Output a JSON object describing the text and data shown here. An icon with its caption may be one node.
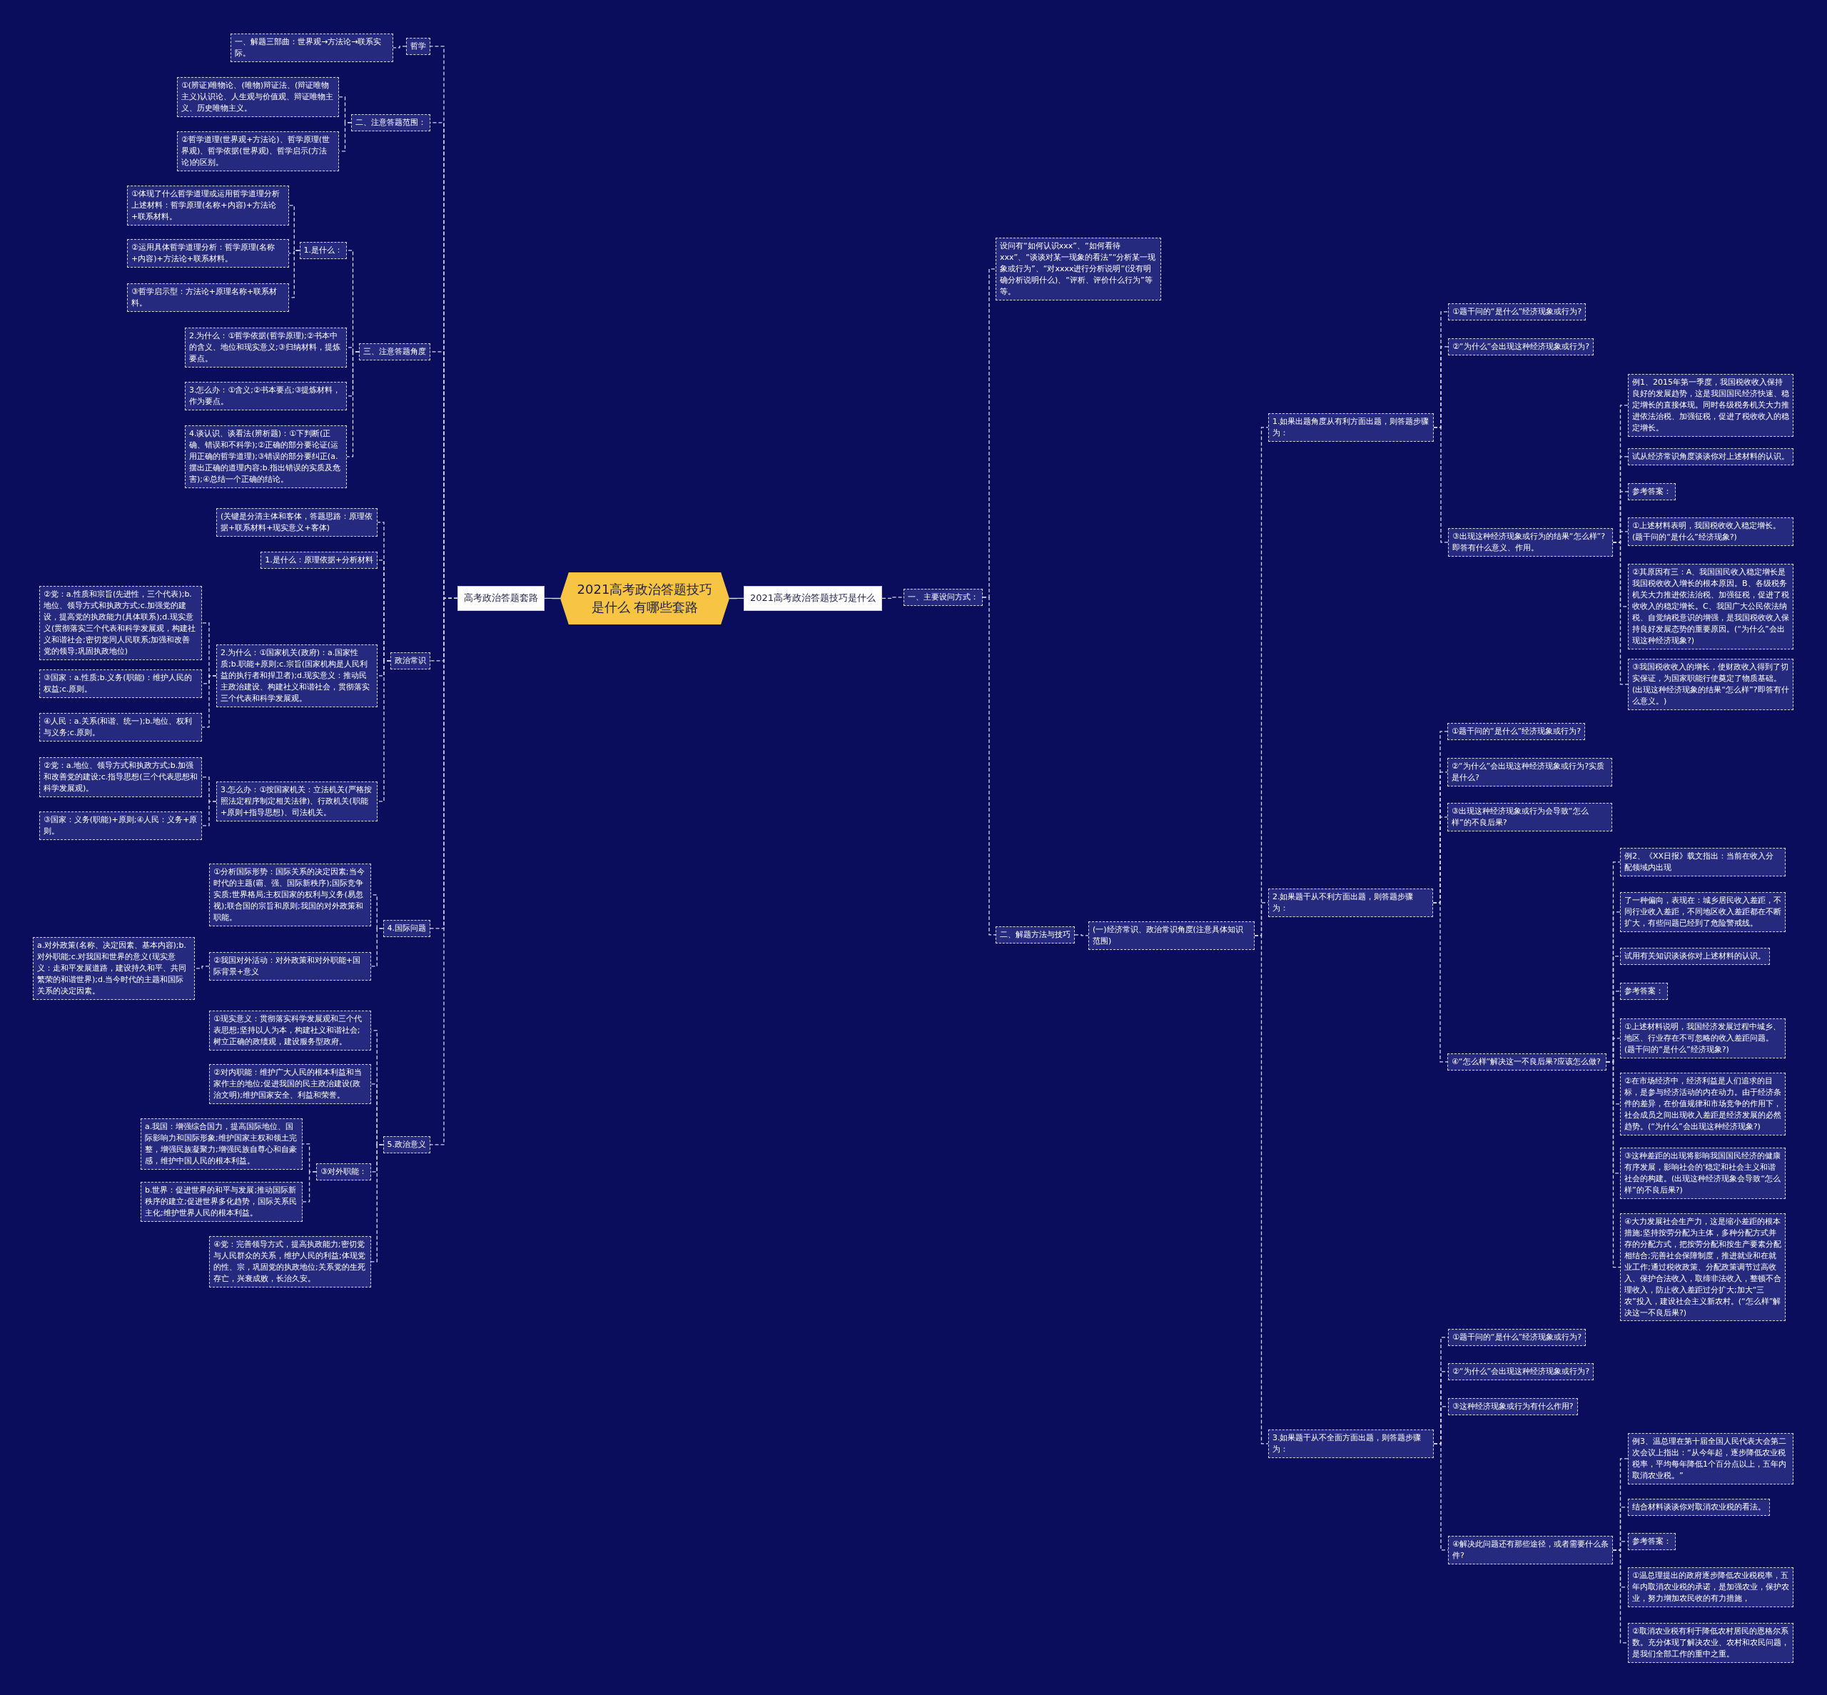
{
  "diagram": {
    "nodes": [
      {
        "text": [
          "2021高考政治答题技巧是什么 有哪些套路"
        ]
      },
      {
        "text": [
          "高考政治答题套路"
        ]
      },
      {
        "text": [
          "2021高考政治答题技巧是什么"
        ]
      },
      {
        "text": [
          "哲学"
        ]
      },
      {
        "text": [
          "一、解题三部曲：世界观→方法论→联系实际。"
        ]
      },
      {
        "text": [
          "二、注意答题范围："
        ]
      },
      {
        "text": [
          "①(辨证)唯物论、(唯物)辩证法、(辩证唯物主义)认识论、人生观与价值观、辩证唯物主义、历史唯物主义。"
        ]
      },
      {
        "text": [
          "②哲学道理(世界观+方法论)、哲学原理(世界观)、哲学依据(世界观)、哲学启示(方法论)的区别。"
        ]
      },
      {
        "text": [
          "三、注意答题角度"
        ]
      },
      {
        "text": [
          "1.是什么："
        ]
      },
      {
        "text": [
          "①体现了什么哲学道理或运用哲学道理分析上述材料：哲学原理(名称+内容)+方法论+联系材料。"
        ]
      },
      {
        "text": [
          "②运用具体哲学道理分析：哲学原理(名称+内容)+方法论+联系材料。"
        ]
      },
      {
        "text": [
          "③哲学启示型：方法论+原理名称+联系材料。"
        ]
      },
      {
        "text": [
          "2.为什么：①哲学依据(哲学原理);②书本中的含义、地位和现实意义;③归纳材料，提炼要点。"
        ]
      },
      {
        "text": [
          "3.怎么办：①含义;②书本要点;③提炼材料，作为要点。"
        ]
      },
      {
        "text": [
          "4.谈认识、谈看法(辨析题)：①下判断(正确、错误和不科学);②正确的部分要论证(运用正确的哲学道理);③错误的部分要纠正(a.摆出正确的道理内容;b.指出错误的实质及危害);④总结一个正确的结论。"
        ]
      },
      {
        "text": [
          "政治常识"
        ]
      },
      {
        "text": [
          "(关键是分清主体和客体，答题思路：原理依据+联系材料+现实意义+客体)"
        ]
      },
      {
        "text": [
          "1.是什么：原理依据+分析材料"
        ]
      },
      {
        "text": [
          "2.为什么：①国家机关(政府)：a.国家性质;b.职能+原则;c.宗旨(国家机构是人民利益的执行者和捍卫者);d.现实意义：推动民主政治建设、构建社义和谐社会，贯彻落实三个代表和科学发展观。"
        ]
      },
      {
        "text": [
          "②党：a.性质和宗旨(先进性，三个代表);b.地位、领导方式和执政方式;c.加强党的建设，提高党的执政能力(具体联系);d.现实意义(贯彻落实三个代表和科学发展观，构建社义和谐社会;密切党同人民联系;加强和改善党的领导;巩固执政地位)"
        ]
      },
      {
        "text": [
          "③国家：a.性质;b.义务(职能)：维护人民的权益;c.原则。"
        ]
      },
      {
        "text": [
          "④人民：a.关系(和谐、统一);b.地位、权利与义务;c.原则。"
        ]
      },
      {
        "text": [
          "3.怎么办：①按国家机关：立法机关(严格按照法定程序制定相关法律)、行政机关(职能+原则+指导思想)、司法机关。"
        ]
      },
      {
        "text": [
          "②党：a.地位、领导方式和执政方式;b.加强和改善党的建设;c.指导思想(三个代表思想和科学发展观)。"
        ]
      },
      {
        "text": [
          "③国家：义务(职能)+原则;④人民：义务+原则。"
        ]
      },
      {
        "text": [
          "4.国际问题"
        ]
      },
      {
        "text": [
          "①分析国际形势：国际关系的决定因素;当今时代的主题(霸、强、国际新秩序);国际竞争实质;世界格局;主权国家的权利与义务(易忽视);联合国的宗旨和原则;我国的对外政策和职能。"
        ]
      },
      {
        "text": [
          "②我国对外活动：对外政策和对外职能+国际背景+意义"
        ]
      },
      {
        "text": [
          "a.对外政策(名称、决定因素、基本内容);b.对外职能;c.对我国和世界的意义(现实意义：走和平发展道路，建设持久和平、共同繁荣的和谐世界);d.当今时代的主题和国际关系的决定因素。"
        ]
      },
      {
        "text": [
          "5.政治意义"
        ]
      },
      {
        "text": [
          "①现实意义：贯彻落实科学发展观和三个代表思想;坚持以人为本，构建社义和谐社会;树立正确的政绩观，建设服务型政府。"
        ]
      },
      {
        "text": [
          "②对内职能：维护广大人民的根本利益和当家作主的地位;促进我国的民主政治建设(政治文明);维护国家安全、利益和荣誉。"
        ]
      },
      {
        "text": [
          "③对外职能："
        ]
      },
      {
        "text": [
          "a.我国：增强综合国力，提高国际地位、国际影响力和国际形象;维护国家主权和领土完整，增强民族凝聚力;增强民族自尊心和自豪感，维护中国人民的根本利益。"
        ]
      },
      {
        "text": [
          "b.世界：促进世界的和平与发展;推动国际新秩序的建立;促进世界多化趋势，国际关系民主化;维护世界人民的根本利益。"
        ]
      },
      {
        "text": [
          "④党：完善领导方式，提高执政能力;密切党与人民群众的关系，维护人民的利益;体现党的性、宗，巩固党的执政地位;关系党的生死存亡，兴衰成败，长治久安。"
        ]
      },
      {
        "text": [
          "一、主要设问方式："
        ]
      },
      {
        "text": [
          "设问有“如何认识xxx”、“如何看待xxx”、“谈谈对某一现象的看法”“分析某一现象或行为”、“对xxxx进行分析说明”(没有明确分析说明什么)、“评析、评价什么行为”等等。"
        ]
      },
      {
        "text": [
          "二、解题方法与技巧"
        ]
      },
      {
        "text": [
          "(一)经济常识、政治常识角度(注意具体知识范围)"
        ]
      },
      {
        "text": [
          "1.如果出题角度从有利方面出题，则答题步骤为："
        ]
      },
      {
        "text": [
          "①题干问的“是什么”经济现象或行为?"
        ]
      },
      {
        "text": [
          "②“为什么”会出现这种经济现象或行为?"
        ]
      },
      {
        "text": [
          "③出现这种经济现象或行为的结果“怎么样”?即答有什么意义、作用。"
        ]
      },
      {
        "text": [
          "例1、2015年第一季度，我国税收收入保持良好的发展趋势，这是我国国民经济快速、稳定增长的直接体现。同时各级税务机关大力推进依法治税、加强征税，促进了税收收入的稳定增长。"
        ]
      },
      {
        "text": [
          "试从经济常识角度谈谈你对上述材料的认识。"
        ]
      },
      {
        "text": [
          "参考答案："
        ]
      },
      {
        "text": [
          "①上述材料表明，我国税收收入稳定增长。(题干问的“是什么”经济现象?)"
        ]
      },
      {
        "text": [
          "②其原因有三：A、我国国民收入稳定增长是我国税收收入增长的根本原因。B、各级税务机关大力推进依法治税、加强征税，促进了税收收入的稳定增长。C、我国广大公民依法纳税、自觉纳税意识的增强，是我国税收收入保持良好发展态势的重要原因。(“为什么”会出现这种经济现象?)"
        ]
      },
      {
        "text": [
          "③我国税收收入的增长，使财政收入得到了切实保证，为国家职能行使奠定了物质基础。(出现这种经济现象的结果“怎么样”?即答有什么意义。)"
        ]
      },
      {
        "text": [
          "2.如果题干从不利方面出题，则答题步骤为："
        ]
      },
      {
        "text": [
          "①题干问的“是什么”经济现象或行为?"
        ]
      },
      {
        "text": [
          "②“为什么”会出现这种经济现象或行为?实质是什么?"
        ]
      },
      {
        "text": [
          "③出现这种经济现象或行为会导致“怎么样”的不良后果?"
        ]
      },
      {
        "text": [
          "④“怎么样”解决这一不良后果?应该怎么做?"
        ]
      },
      {
        "text": [
          "例2、《XX日报》载文指出：当前在收入分配领域内出现"
        ]
      },
      {
        "text": [
          "了一种偏向，表现在：城乡居民收入差距，不同行业收入差距，不同地区收入差距都在不断扩大，有些问题已经到了危险警戒线。"
        ]
      },
      {
        "text": [
          "试用有关知识谈谈你对上述材料的认识。"
        ]
      },
      {
        "text": [
          "参考答案："
        ]
      },
      {
        "text": [
          "①上述材料说明，我国经济发展过程中城乡、地区、行业存在不可忽略的收入差距问题。(题干问的“是什么”经济现象?)"
        ]
      },
      {
        "text": [
          "②在市场经济中，经济利益是人们追求的目标，是参与经济活动的内在动力。由于经济条件的差异，在价值规律和市场竞争的作用下，社会成员之间出现收入差距是经济发展的必然趋势。(“为什么”会出现这种经济现象?)"
        ]
      },
      {
        "text": [
          "③这种差距的出现将影响我国国民经济的健康有序发展，影响社会的'稳定和社会主义和谐社会的构建。(出现这种经济现象会导致“怎么样”的不良后果?)"
        ]
      },
      {
        "text": [
          "④大力发展社会生产力，这是缩小差距的根本措施;坚持按劳分配为主体，多种分配方式并存的分配方式，把按劳分配和按生产要素分配相结合;完善社会保障制度，推进就业和在就业工作;通过税收政策、分配政策调节过高收入、保护合法收入，取缔非法收入，整顿不合理收入，防止收入差距过分扩大;加大“三农”投入，建设社会主义新农村。(“怎么样”解决这一不良后果?)"
        ]
      },
      {
        "text": [
          "3.如果题干从不全面方面出题，则答题步骤为："
        ]
      },
      {
        "text": [
          "①题干问的“是什么”经济现象或行为?"
        ]
      },
      {
        "text": [
          "②“为什么”会出现这种经济现象或行为?"
        ]
      },
      {
        "text": [
          "③这种经济现象或行为有什么作用?"
        ]
      },
      {
        "text": [
          "④解决此问题还有那些途径，或者需要什么条件?"
        ]
      },
      {
        "text": [
          "例3、温总理在第十届全国人民代表大会第二次会议上指出：“从今年起，逐步降低农业税税率，平均每年降低1个百分点以上，五年内取消农业税。”"
        ]
      },
      {
        "text": [
          "结合材料谈谈你对取消农业税的看法。"
        ]
      },
      {
        "text": [
          "参考答案："
        ]
      },
      {
        "text": [
          "①温总理提出的政府逐步降低农业税税率，五年内取消农业税的承诺，是加强农业，保护农业，努力增加农民收的有力措施，"
        ]
      },
      {
        "text": [
          "②取消农业税有利于降低农村居民的恩格尔系数。充分体现了解决农业、农村和农民问题，是我们全部工作的重中之重。"
        ]
      }
    ],
    "edges": [
      {
        "from": 0,
        "to": 1,
        "arrow": "none"
      },
      {
        "from": 0,
        "to": 2,
        "arrow": "none"
      },
      {
        "from": 1,
        "to": 3,
        "arrow": "none",
        "style": "dashed"
      },
      {
        "from": 1,
        "to": 5,
        "arrow": "none",
        "style": "dashed"
      },
      {
        "from": 1,
        "to": 8,
        "arrow": "none",
        "style": "dashed"
      },
      {
        "from": 1,
        "to": 16,
        "arrow": "none",
        "style": "dashed"
      },
      {
        "from": 1,
        "to": 26,
        "arrow": "none",
        "style": "dashed"
      },
      {
        "from": 1,
        "to": 30,
        "arrow": "none",
        "style": "dashed"
      },
      {
        "from": 3,
        "to": 4,
        "arrow": "none",
        "style": "dashed"
      },
      {
        "from": 5,
        "to": 6,
        "arrow": "none",
        "style": "dashed"
      },
      {
        "from": 5,
        "to": 7,
        "arrow": "none",
        "style": "dashed"
      },
      {
        "from": 8,
        "to": 9,
        "arrow": "none",
        "style": "dashed"
      },
      {
        "from": 8,
        "to": 13,
        "arrow": "none",
        "style": "dashed"
      },
      {
        "from": 8,
        "to": 14,
        "arrow": "none",
        "style": "dashed"
      },
      {
        "from": 8,
        "to": 15,
        "arrow": "none",
        "style": "dashed"
      },
      {
        "from": 9,
        "to": 10,
        "arrow": "none",
        "style": "dashed"
      },
      {
        "from": 9,
        "to": 11,
        "arrow": "none",
        "style": "dashed"
      },
      {
        "from": 9,
        "to": 12,
        "arrow": "none",
        "style": "dashed"
      },
      {
        "from": 16,
        "to": 17,
        "arrow": "none",
        "style": "dashed"
      },
      {
        "from": 16,
        "to": 18,
        "arrow": "none",
        "style": "dashed"
      },
      {
        "from": 16,
        "to": 19,
        "arrow": "none",
        "style": "dashed"
      },
      {
        "from": 16,
        "to": 23,
        "arrow": "none",
        "style": "dashed"
      },
      {
        "from": 19,
        "to": 20,
        "arrow": "none",
        "style": "dashed"
      },
      {
        "from": 19,
        "to": 21,
        "arrow": "none",
        "style": "dashed"
      },
      {
        "from": 19,
        "to": 22,
        "arrow": "none",
        "style": "dashed"
      },
      {
        "from": 23,
        "to": 24,
        "arrow": "none",
        "style": "dashed"
      },
      {
        "from": 23,
        "to": 25,
        "arrow": "none",
        "style": "dashed"
      },
      {
        "from": 26,
        "to": 27,
        "arrow": "none",
        "style": "dashed"
      },
      {
        "from": 26,
        "to": 28,
        "arrow": "none",
        "style": "dashed"
      },
      {
        "from": 28,
        "to": 29,
        "arrow": "none",
        "style": "dashed"
      },
      {
        "from": 30,
        "to": 31,
        "arrow": "none",
        "style": "dashed"
      },
      {
        "from": 30,
        "to": 32,
        "arrow": "none",
        "style": "dashed"
      },
      {
        "from": 30,
        "to": 33,
        "arrow": "none",
        "style": "dashed"
      },
      {
        "from": 30,
        "to": 36,
        "arrow": "none",
        "style": "dashed"
      },
      {
        "from": 33,
        "to": 34,
        "arrow": "none",
        "style": "dashed"
      },
      {
        "from": 33,
        "to": 35,
        "arrow": "none",
        "style": "dashed"
      },
      {
        "from": 2,
        "to": 37,
        "arrow": "none",
        "style": "dashed"
      },
      {
        "from": 37,
        "to": 38,
        "arrow": "none",
        "style": "dashed"
      },
      {
        "from": 37,
        "to": 39,
        "arrow": "none",
        "style": "dashed"
      },
      {
        "from": 39,
        "to": 40,
        "arrow": "none",
        "style": "dashed"
      },
      {
        "from": 40,
        "to": 41,
        "arrow": "none",
        "style": "dashed"
      },
      {
        "from": 40,
        "to": 51,
        "arrow": "none",
        "style": "dashed"
      },
      {
        "from": 40,
        "to": 64,
        "arrow": "none",
        "style": "dashed"
      },
      {
        "from": 41,
        "to": 42,
        "arrow": "none",
        "style": "dashed"
      },
      {
        "from": 41,
        "to": 43,
        "arrow": "none",
        "style": "dashed"
      },
      {
        "from": 41,
        "to": 44,
        "arrow": "none",
        "style": "dashed"
      },
      {
        "from": 44,
        "to": 45,
        "arrow": "none",
        "style": "dashed"
      },
      {
        "from": 44,
        "to": 46,
        "arrow": "none",
        "style": "dashed"
      },
      {
        "from": 44,
        "to": 47,
        "arrow": "none",
        "style": "dashed"
      },
      {
        "from": 44,
        "to": 48,
        "arrow": "none",
        "style": "dashed"
      },
      {
        "from": 44,
        "to": 49,
        "arrow": "none",
        "style": "dashed"
      },
      {
        "from": 44,
        "to": 50,
        "arrow": "none",
        "style": "dashed"
      },
      {
        "from": 51,
        "to": 52,
        "arrow": "none",
        "style": "dashed"
      },
      {
        "from": 51,
        "to": 53,
        "arrow": "none",
        "style": "dashed"
      },
      {
        "from": 51,
        "to": 54,
        "arrow": "none",
        "style": "dashed"
      },
      {
        "from": 51,
        "to": 55,
        "arrow": "none",
        "style": "dashed"
      },
      {
        "from": 55,
        "to": 56,
        "arrow": "none",
        "style": "dashed"
      },
      {
        "from": 55,
        "to": 57,
        "arrow": "none",
        "style": "dashed"
      },
      {
        "from": 55,
        "to": 58,
        "arrow": "none",
        "style": "dashed"
      },
      {
        "from": 55,
        "to": 59,
        "arrow": "none",
        "style": "dashed"
      },
      {
        "from": 55,
        "to": 60,
        "arrow": "none",
        "style": "dashed"
      },
      {
        "from": 55,
        "to": 61,
        "arrow": "none",
        "style": "dashed"
      },
      {
        "from": 55,
        "to": 62,
        "arrow": "none",
        "style": "dashed"
      },
      {
        "from": 55,
        "to": 63,
        "arrow": "none",
        "style": "dashed"
      },
      {
        "from": 64,
        "to": 65,
        "arrow": "none",
        "style": "dashed"
      },
      {
        "from": 64,
        "to": 66,
        "arrow": "none",
        "style": "dashed"
      },
      {
        "from": 64,
        "to": 67,
        "arrow": "none",
        "style": "dashed"
      },
      {
        "from": 64,
        "to": 68,
        "arrow": "none",
        "style": "dashed"
      },
      {
        "from": 68,
        "to": 69,
        "arrow": "none",
        "style": "dashed"
      },
      {
        "from": 68,
        "to": 70,
        "arrow": "none",
        "style": "dashed"
      },
      {
        "from": 68,
        "to": 71,
        "arrow": "none",
        "style": "dashed"
      },
      {
        "from": 68,
        "to": 72,
        "arrow": "none",
        "style": "dashed"
      },
      {
        "from": 68,
        "to": 73,
        "arrow": "none",
        "style": "dashed"
      }
    ]
  }
}
